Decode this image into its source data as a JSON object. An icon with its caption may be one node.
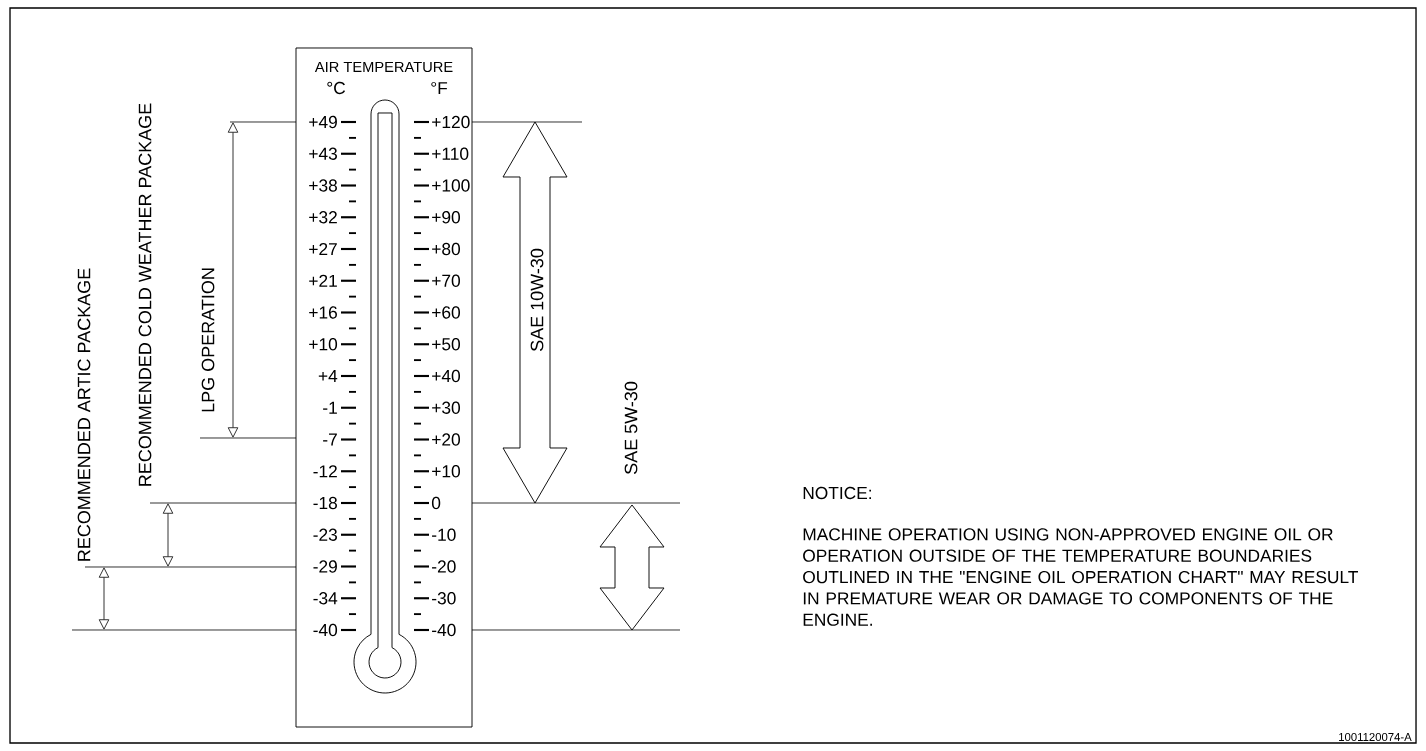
{
  "diagram": {
    "labels": [
      "AIR TEMPERATURE",
      "°C",
      "°F",
      "+49",
      "+43",
      "+38",
      "+32",
      "+27",
      "+21",
      "+16",
      "+10",
      "+4",
      "-1",
      "-7",
      "-12",
      "-18",
      "-23",
      "-29",
      "-34",
      "-40",
      "+120",
      "+110",
      "+100",
      "+90",
      "+80",
      "+70",
      "+60",
      "+50",
      "+40",
      "+30",
      "+20",
      "+10",
      "0",
      "-10",
      "-20",
      "-30",
      "-40",
      "RECOMMENDED ARTIC PACKAGE",
      "RECOMMENDED COLD WEATHER PACKAGE",
      "LPG OPERATION",
      "SAE 10W-30",
      "SAE 5W-30",
      "NOTICE:",
      "MACHINE OPERATION USING NON-APPROVED ENGINE OIL OR OPERATION OUTSIDE OF THE TEMPERATURE BOUNDARIES OUTLINED IN THE \"ENGINE OIL  OPERATION CHART\" MAY RESULT IN PREMATURE WEAR OR DAMAGE TO COMPONENTS OF THE ENGINE.",
      "1001120074-A"
    ]
  }
}
